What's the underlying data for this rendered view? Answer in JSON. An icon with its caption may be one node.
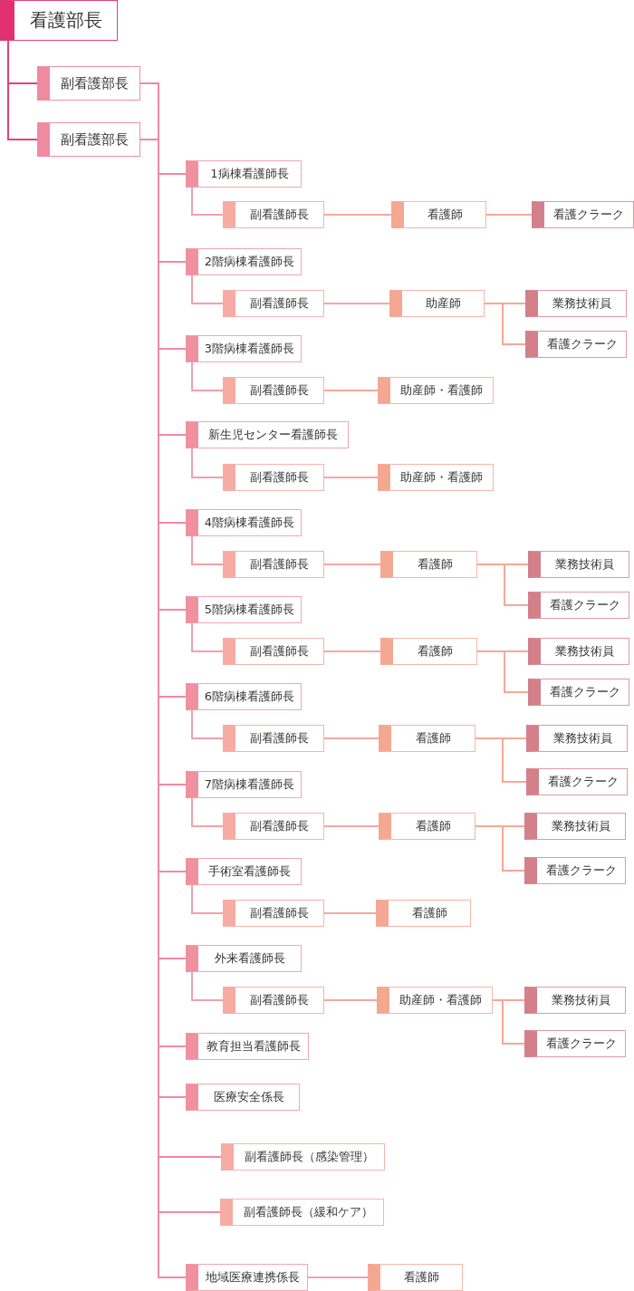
{
  "diagram": {
    "nodes": [
      {
        "text": [
          "看護部長"
        ]
      },
      {
        "text": [
          "副看護部長"
        ]
      },
      {
        "text": [
          "副看護部長"
        ]
      },
      {
        "text": [
          "1病棟看護師長"
        ]
      },
      {
        "text": [
          "副看護師長"
        ]
      },
      {
        "text": [
          "看護師"
        ]
      },
      {
        "text": [
          "看護クラーク"
        ]
      },
      {
        "text": [
          "2階病棟看護師長"
        ]
      },
      {
        "text": [
          "副看護師長"
        ]
      },
      {
        "text": [
          "助産師"
        ]
      },
      {
        "text": [
          "業務技術員"
        ]
      },
      {
        "text": [
          "看護クラーク"
        ]
      },
      {
        "text": [
          "3階病棟看護師長"
        ]
      },
      {
        "text": [
          "副看護師長"
        ]
      },
      {
        "text": [
          "助産師・看護師"
        ]
      },
      {
        "text": [
          "新生児センター看護師長"
        ]
      },
      {
        "text": [
          "副看護師長"
        ]
      },
      {
        "text": [
          "助産師・看護師"
        ]
      },
      {
        "text": [
          "4階病棟看護師長"
        ]
      },
      {
        "text": [
          "副看護師長"
        ]
      },
      {
        "text": [
          "看護師"
        ]
      },
      {
        "text": [
          "業務技術員"
        ]
      },
      {
        "text": [
          "看護クラーク"
        ]
      },
      {
        "text": [
          "5階病棟看護師長"
        ]
      },
      {
        "text": [
          "副看護師長"
        ]
      },
      {
        "text": [
          "看護師"
        ]
      },
      {
        "text": [
          "業務技術員"
        ]
      },
      {
        "text": [
          "看護クラーク"
        ]
      },
      {
        "text": [
          "6階病棟看護師長"
        ]
      },
      {
        "text": [
          "副看護師長"
        ]
      },
      {
        "text": [
          "看護師"
        ]
      },
      {
        "text": [
          "業務技術員"
        ]
      },
      {
        "text": [
          "看護クラーク"
        ]
      },
      {
        "text": [
          "7階病棟看護師長"
        ]
      },
      {
        "text": [
          "副看護師長"
        ]
      },
      {
        "text": [
          "看護師"
        ]
      },
      {
        "text": [
          "業務技術員"
        ]
      },
      {
        "text": [
          "看護クラーク"
        ]
      },
      {
        "text": [
          "手術室看護師長"
        ]
      },
      {
        "text": [
          "副看護師長"
        ]
      },
      {
        "text": [
          "看護師"
        ]
      },
      {
        "text": [
          "外来看護師長"
        ]
      },
      {
        "text": [
          "副看護師長"
        ]
      },
      {
        "text": [
          "助産師・看護師"
        ]
      },
      {
        "text": [
          "業務技術員"
        ]
      },
      {
        "text": [
          "看護クラーク"
        ]
      },
      {
        "text": [
          "教育担当看護師長"
        ]
      },
      {
        "text": [
          "医療安全係長"
        ]
      },
      {
        "text": [
          "副看護師長（感染管理）"
        ]
      },
      {
        "text": [
          "副看護師長（緩和ケア）"
        ]
      },
      {
        "text": [
          "地域医療連携係長"
        ]
      },
      {
        "text": [
          "看護師"
        ]
      }
    ],
    "edges": [
      {
        "from": 0,
        "to": 1,
        "arrow": "none",
        "color": "#e2427c"
      },
      {
        "from": 0,
        "to": 2,
        "arrow": "none",
        "color": "#e2427c"
      },
      {
        "from": 1,
        "to": 3,
        "arrow": "none"
      },
      {
        "from": 1,
        "to": 7,
        "arrow": "none"
      },
      {
        "from": 1,
        "to": 12,
        "arrow": "none"
      },
      {
        "from": 1,
        "to": 15,
        "arrow": "none"
      },
      {
        "from": 1,
        "to": 18,
        "arrow": "none"
      },
      {
        "from": 1,
        "to": 23,
        "arrow": "none"
      },
      {
        "from": 1,
        "to": 28,
        "arrow": "none"
      },
      {
        "from": 1,
        "to": 33,
        "arrow": "none"
      },
      {
        "from": 1,
        "to": 38,
        "arrow": "none"
      },
      {
        "from": 1,
        "to": 41,
        "arrow": "none"
      },
      {
        "from": 1,
        "to": 46,
        "arrow": "none"
      },
      {
        "from": 1,
        "to": 47,
        "arrow": "none"
      },
      {
        "from": 1,
        "to": 48,
        "arrow": "none"
      },
      {
        "from": 1,
        "to": 49,
        "arrow": "none"
      },
      {
        "from": 1,
        "to": 50,
        "arrow": "none"
      },
      {
        "from": 2,
        "to": 3,
        "arrow": "none"
      },
      {
        "from": 2,
        "to": 7,
        "arrow": "none"
      },
      {
        "from": 2,
        "to": 12,
        "arrow": "none"
      },
      {
        "from": 2,
        "to": 15,
        "arrow": "none"
      },
      {
        "from": 2,
        "to": 18,
        "arrow": "none"
      },
      {
        "from": 2,
        "to": 23,
        "arrow": "none"
      },
      {
        "from": 2,
        "to": 28,
        "arrow": "none"
      },
      {
        "from": 2,
        "to": 33,
        "arrow": "none"
      },
      {
        "from": 2,
        "to": 38,
        "arrow": "none"
      },
      {
        "from": 2,
        "to": 41,
        "arrow": "none"
      },
      {
        "from": 2,
        "to": 46,
        "arrow": "none"
      },
      {
        "from": 2,
        "to": 47,
        "arrow": "none"
      },
      {
        "from": 2,
        "to": 48,
        "arrow": "none"
      },
      {
        "from": 2,
        "to": 49,
        "arrow": "none"
      },
      {
        "from": 2,
        "to": 50,
        "arrow": "none"
      },
      {
        "from": 3,
        "to": 4,
        "arrow": "none"
      },
      {
        "from": 4,
        "to": 5,
        "arrow": "none"
      },
      {
        "from": 5,
        "to": 6,
        "arrow": "none"
      },
      {
        "from": 7,
        "to": 8,
        "arrow": "none"
      },
      {
        "from": 8,
        "to": 9,
        "arrow": "none"
      },
      {
        "from": 9,
        "to": 10,
        "arrow": "none"
      },
      {
        "from": 9,
        "to": 11,
        "arrow": "none"
      },
      {
        "from": 12,
        "to": 13,
        "arrow": "none"
      },
      {
        "from": 13,
        "to": 14,
        "arrow": "none"
      },
      {
        "from": 15,
        "to": 16,
        "arrow": "none"
      },
      {
        "from": 16,
        "to": 17,
        "arrow": "none"
      },
      {
        "from": 18,
        "to": 19,
        "arrow": "none"
      },
      {
        "from": 19,
        "to": 20,
        "arrow": "none"
      },
      {
        "from": 20,
        "to": 21,
        "arrow": "none"
      },
      {
        "from": 20,
        "to": 22,
        "arrow": "none"
      },
      {
        "from": 23,
        "to": 24,
        "arrow": "none"
      },
      {
        "from": 24,
        "to": 25,
        "arrow": "none"
      },
      {
        "from": 25,
        "to": 26,
        "arrow": "none"
      },
      {
        "from": 25,
        "to": 27,
        "arrow": "none"
      },
      {
        "from": 28,
        "to": 29,
        "arrow": "none"
      },
      {
        "from": 29,
        "to": 30,
        "arrow": "none"
      },
      {
        "from": 30,
        "to": 31,
        "arrow": "none"
      },
      {
        "from": 30,
        "to": 32,
        "arrow": "none"
      },
      {
        "from": 33,
        "to": 34,
        "arrow": "none"
      },
      {
        "from": 34,
        "to": 35,
        "arrow": "none"
      },
      {
        "from": 35,
        "to": 36,
        "arrow": "none"
      },
      {
        "from": 35,
        "to": 37,
        "arrow": "none"
      },
      {
        "from": 38,
        "to": 39,
        "arrow": "none"
      },
      {
        "from": 39,
        "to": 40,
        "arrow": "none"
      },
      {
        "from": 41,
        "to": 42,
        "arrow": "none"
      },
      {
        "from": 42,
        "to": 43,
        "arrow": "none"
      },
      {
        "from": 43,
        "to": 44,
        "arrow": "none"
      },
      {
        "from": 43,
        "to": 45,
        "arrow": "none"
      },
      {
        "from": 50,
        "to": 51,
        "arrow": "none"
      }
    ]
  }
}
